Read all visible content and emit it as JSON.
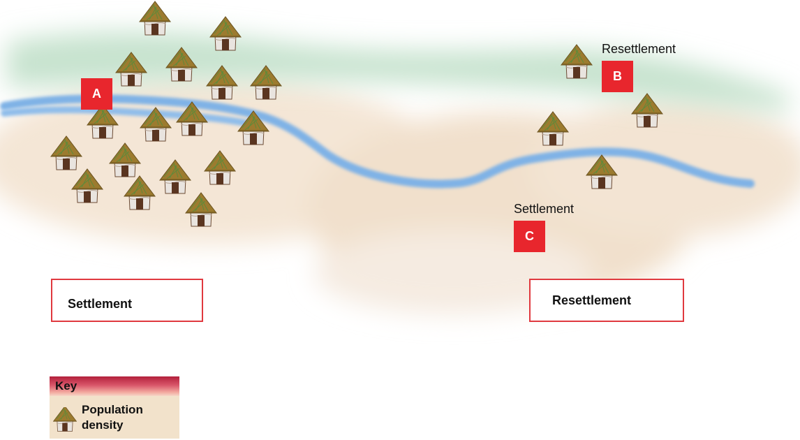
{
  "markers": {
    "a": "A",
    "b": "B",
    "c": "C"
  },
  "map_labels": {
    "near_b": "Resettlement",
    "near_c": "Settlement"
  },
  "answer_boxes": {
    "left": "Settlement",
    "right": "Resettlement"
  },
  "key": {
    "title": "Key",
    "item_label": "Population density",
    "item_icon": "hut-icon"
  },
  "colors": {
    "marker": "#e8262d",
    "river": "#7fb2e6",
    "grass": "#cfe8d6",
    "land": "#f2e2cb",
    "box_border": "#e0393f"
  }
}
